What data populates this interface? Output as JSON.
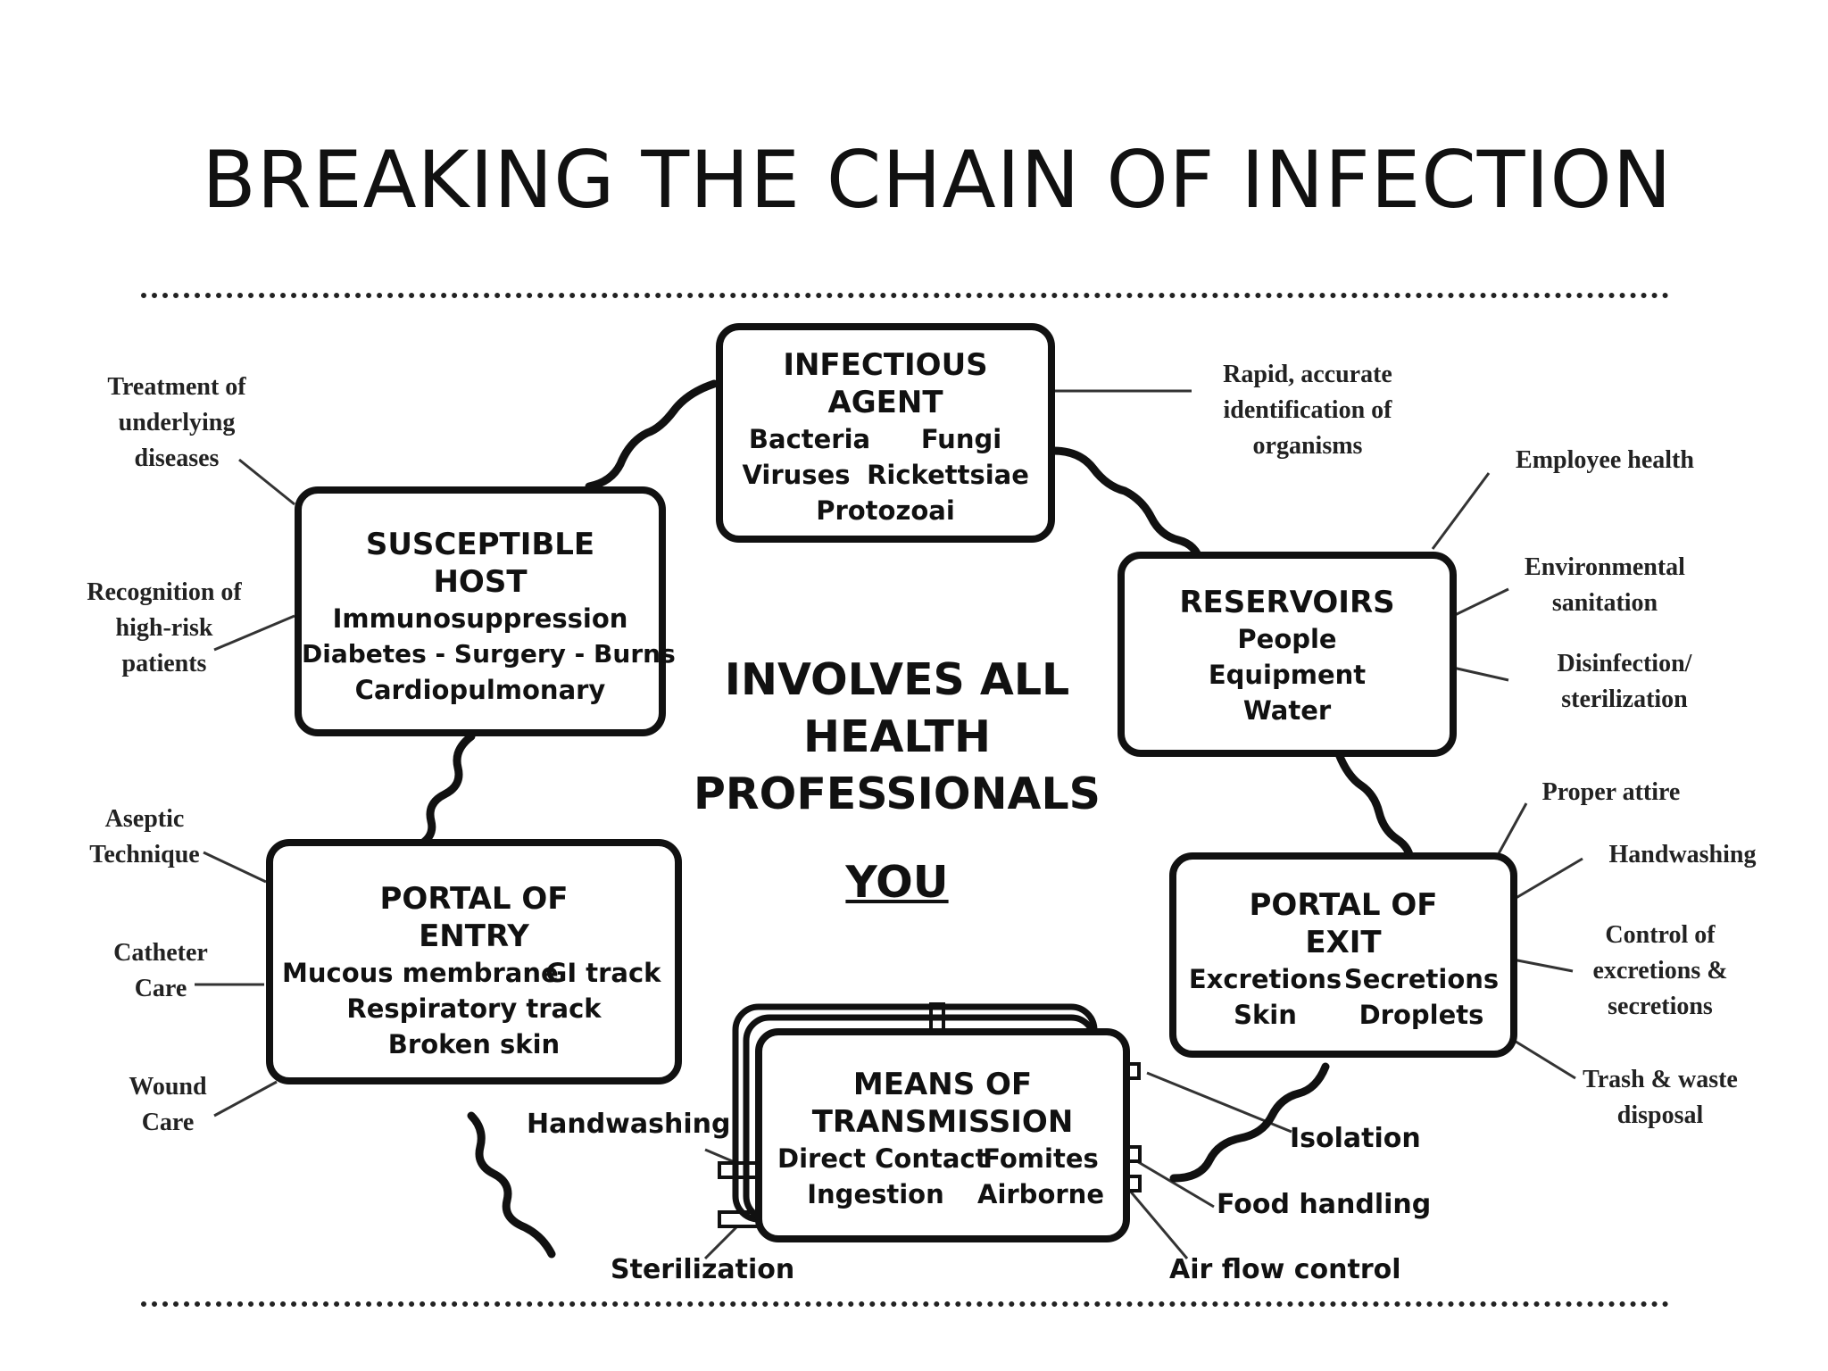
{
  "title": "BREAKING THE CHAIN OF INFECTION",
  "center": {
    "line1": "INVOLVES ALL",
    "line2": "HEALTH",
    "line3": "PROFESSIONALS",
    "you": "YOU"
  },
  "boxes": {
    "agent": {
      "title1": "INFECTIOUS",
      "title2": "AGENT",
      "items": [
        "Bacteria",
        "Fungi",
        "Viruses",
        "Rickettsiae",
        "Protozoai"
      ]
    },
    "reservoirs": {
      "title1": "RESERVOIRS",
      "items": [
        "People",
        "Equipment",
        "Water"
      ]
    },
    "exit": {
      "title1": "PORTAL OF",
      "title2": "EXIT",
      "items": [
        "Excretions",
        "Secretions",
        "Skin",
        "Droplets"
      ]
    },
    "transmission": {
      "title1": "MEANS OF",
      "title2": "TRANSMISSION",
      "items": [
        "Direct Contact",
        "Fomites",
        "Ingestion",
        "Airborne"
      ]
    },
    "entry": {
      "title1": "PORTAL OF",
      "title2": "ENTRY",
      "items": [
        "Mucous membrane",
        "GI track",
        "Respiratory track",
        "Broken skin"
      ]
    },
    "host": {
      "title1": "SUSCEPTIBLE",
      "title2": "HOST",
      "items": [
        "Immunosuppression",
        "Diabetes - Surgery - Burns",
        "Cardiopulmonary"
      ]
    }
  },
  "labels": {
    "rapid_id": "Rapid, accurate\nidentification of\norganisms",
    "employee_health": "Employee health",
    "env_sanitation": "Environmental\nsanitation",
    "disinfection": "Disinfection/\nsterilization",
    "proper_attire": "Proper attire",
    "handwashing_exit": "Handwashing",
    "control_excretions": "Control of\nexcretions &\nsecretions",
    "trash": "Trash & waste\ndisposal",
    "isolation": "Isolation",
    "food_handling": "Food handling",
    "air_flow": "Air flow control",
    "sterilization": "Sterilization",
    "handwashing_trans": "Handwashing",
    "wound_care": "Wound\nCare",
    "catheter_care": "Catheter\nCare",
    "aseptic": "Aseptic\nTechnique",
    "recognition": "Recognition of\nhigh-risk\npatients",
    "treatment": "Treatment of\nunderlying\ndiseases"
  }
}
